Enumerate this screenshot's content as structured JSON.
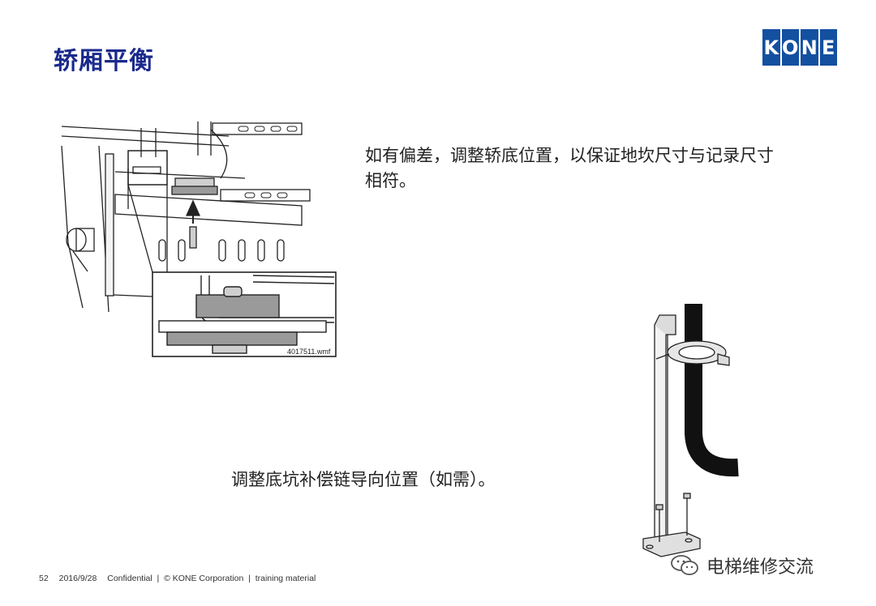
{
  "slide": {
    "title": "轿厢平衡",
    "logo_letters": [
      "K",
      "O",
      "N",
      "E"
    ],
    "paragraph1": "如有偏差，调整轿底位置，以保证地坎尺寸与记录尺寸相符。",
    "paragraph2": "调整底坑补偿链导向位置（如需）。",
    "figure1_label": "4017511.wmf"
  },
  "footer": {
    "page_number": "52",
    "date": "2016/9/28",
    "text": "Confidential  |  © KONE Corporation  |  training material"
  },
  "watermark": {
    "text": "电梯维修交流",
    "icon": "wechat-icon"
  },
  "colors": {
    "title": "#1a2a8c",
    "logo": "#1450a0"
  }
}
